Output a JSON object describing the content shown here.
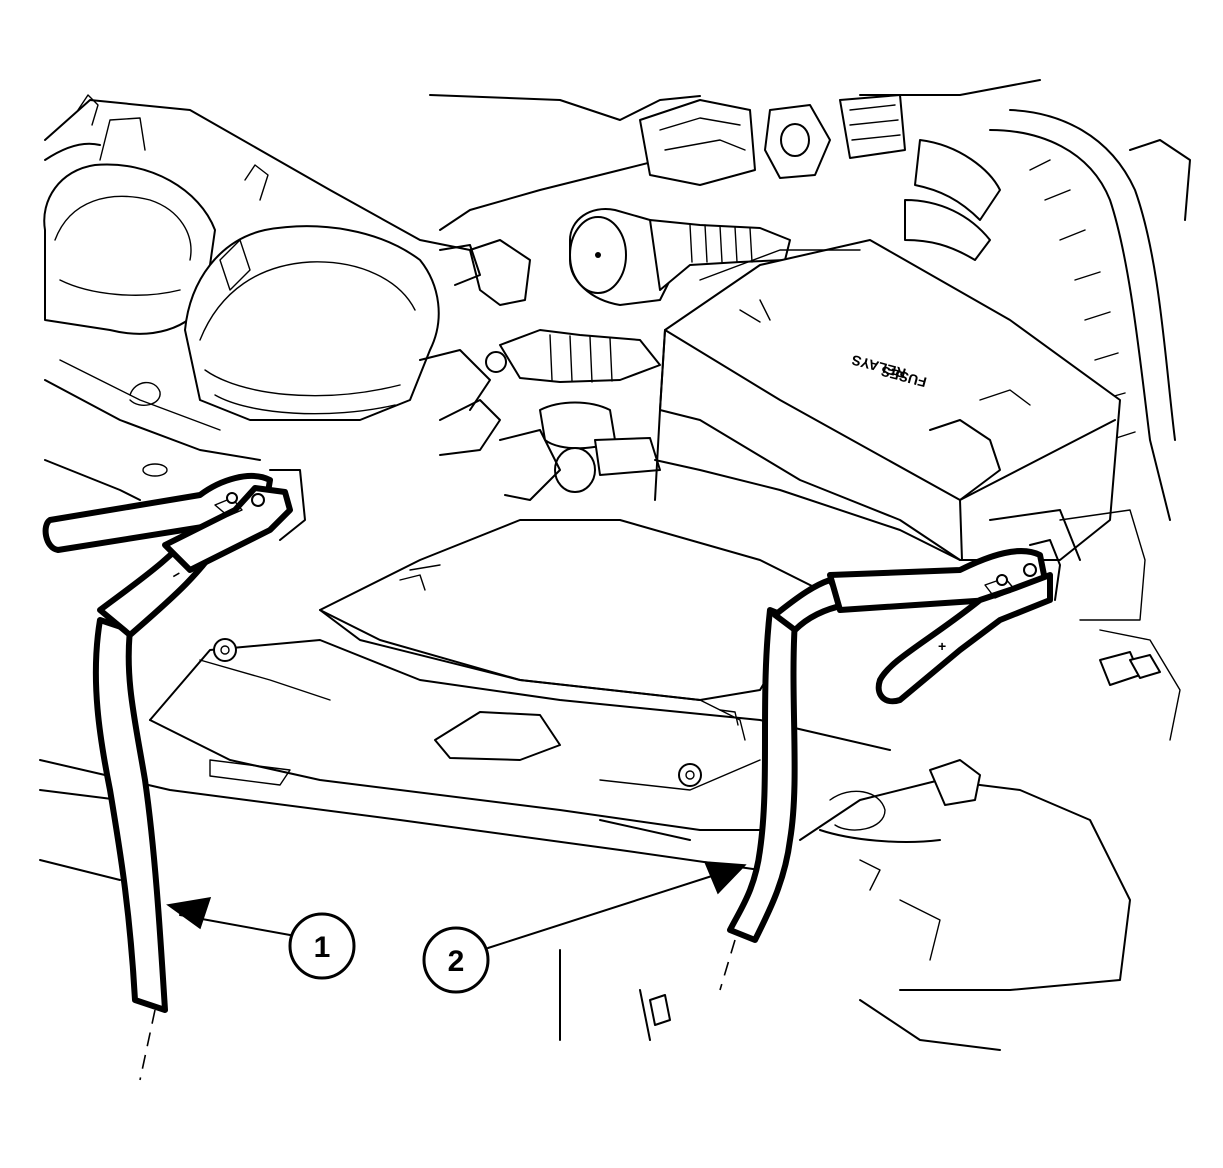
{
  "figure": {
    "callouts": [
      {
        "id": "1"
      },
      {
        "id": "2"
      }
    ],
    "polarity_markers": {
      "negative": "−",
      "positive": "+"
    },
    "box_labels": {
      "fuse_box_1": "FUSES",
      "fuse_box_2": "RELAYS"
    }
  }
}
